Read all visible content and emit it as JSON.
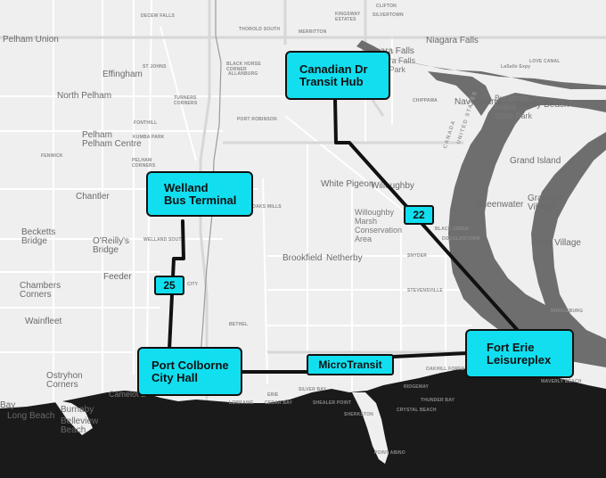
{
  "stops": {
    "canadian_dr": "Canadian Dr\nTransit Hub",
    "welland": "Welland\nBus Terminal",
    "port_colborne": "Port Colborne\nCity Hall",
    "fort_erie": "Fort Erie\nLeisureplex"
  },
  "routes": {
    "route_22": "22",
    "route_25": "25",
    "microtransit": "MicroTransit"
  },
  "places": [
    "Pelham Union",
    "North Pelham",
    "Effingham",
    "Pelham\nPelham Centre",
    "Chantler",
    "Becketts\nBridge",
    "O'Reilly's\nBridge",
    "Feeder",
    "Chambers\nCorners",
    "Wainfleet",
    "Ostryhon\nCorners",
    "Burnaby",
    "Long Beach",
    "Belleview\nBeach",
    "Niagara Falls",
    "Niagara Falls",
    "White Pigeon",
    "Willoughby",
    "Willoughby\nMarsh\nConservation\nArea",
    "Brookfield",
    "Netherby",
    "Navy Island",
    "Grand Island",
    "Sandy Beach",
    "Sheenwater",
    "Grandyle\nVillage",
    "Ferry Village",
    "Buckhorn\nIsland\nState Park",
    "Niagara Falls\nState Park",
    "Bay",
    "UNITED STATES",
    "CANADA",
    "DECEW FALLS",
    "ST JOHNS",
    "BLACK HORSE\nCORNER",
    "ALLANBURG",
    "TURNERS\nCORNERS",
    "FONTHILL",
    "KUMBA PARK",
    "FENWICK",
    "PELHAM\nCORNERS",
    "WELLAND SOUTH",
    "THOROLD SOUTH",
    "PORT ROBINSON",
    "CHIPPAWA",
    "BLACK CREEK",
    "DOUGLASTOWN",
    "SNYDER",
    "STEVENSVILLE",
    "OAKHILL FOREST",
    "RIDGEMAY",
    "THUNDER BAY",
    "CRYSTAL BEACH",
    "POINT ABINO",
    "SHERKSTON",
    "SILVER BAY",
    "SHEALER POINT",
    "CEDAR BAY",
    "LORRAINE",
    "BETHEL",
    "BRIDGEBURG",
    "WAVERLY BEACH",
    "ERIE",
    "CITY",
    "CLIFTON",
    "SILVERTOWN",
    "KINGSWAY\nESTATES",
    "MERRITTON",
    "LOVE CANAL",
    "LaSalle Expy",
    "OAKS MILLS",
    "Camelot B"
  ]
}
